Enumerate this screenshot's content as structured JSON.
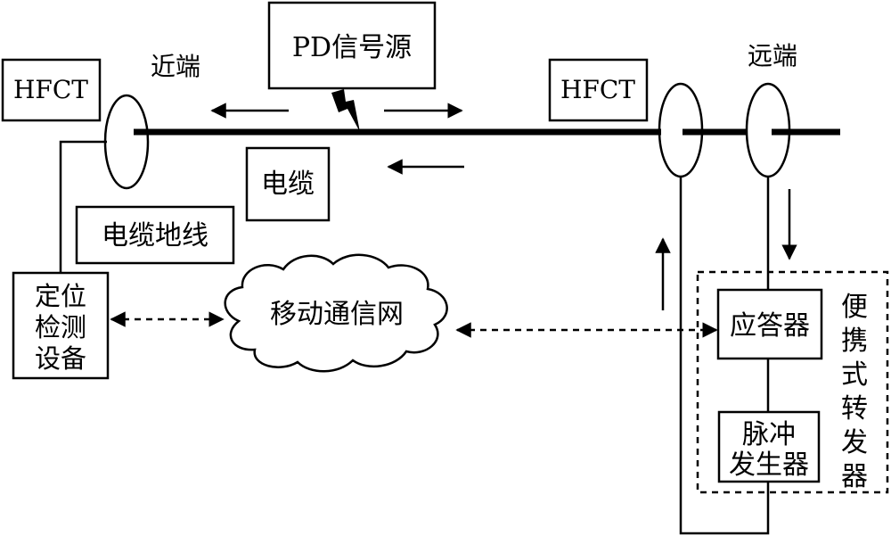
{
  "labels": {
    "hfct_left": "HFCT",
    "near_end": "近端",
    "pd_source": "PD信号源",
    "hfct_right": "HFCT",
    "far_end": "远端",
    "cable": "电缆",
    "cable_ground": "电缆地线",
    "locator_line1": "定位",
    "locator_line2": "检测",
    "locator_line3": "设备",
    "network": "移动通信网",
    "responder": "应答器",
    "pulse_line1": "脉冲",
    "pulse_line2": "发生器",
    "transponder_chars": [
      "便",
      "携",
      "式",
      "转",
      "发",
      "器"
    ]
  }
}
